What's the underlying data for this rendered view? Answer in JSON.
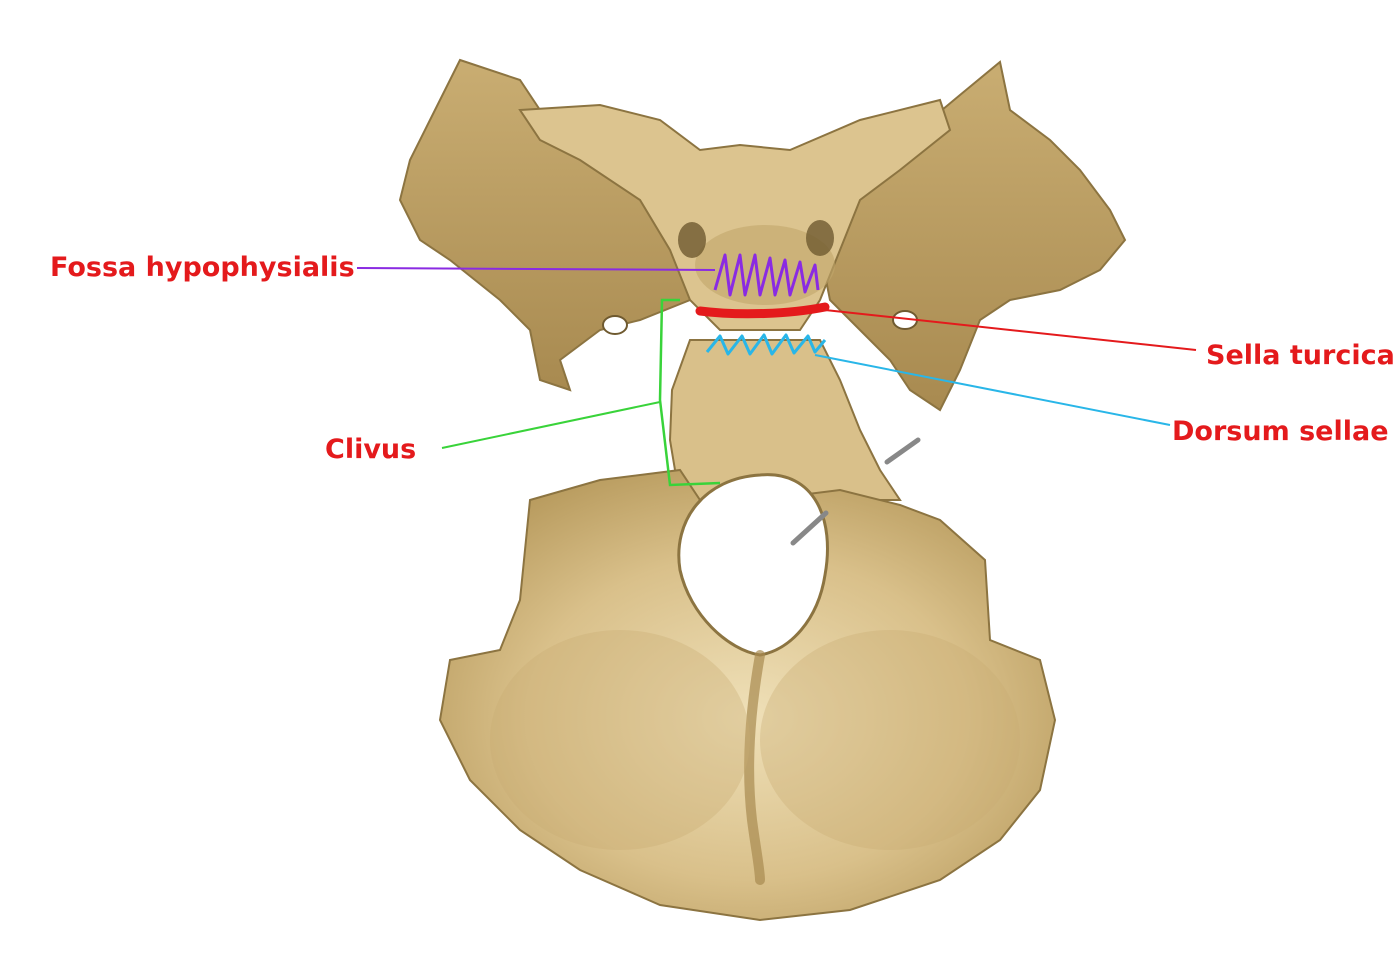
{
  "labels": {
    "fossa": "Fossa hypophysialis",
    "sella": "Sella turcica",
    "dorsum": "Dorsum sellae",
    "clivus": "Clivus"
  },
  "colors": {
    "label_text": "#e41a1c",
    "fossa_marker": "#8a2be2",
    "sella_marker": "#e41a1c",
    "dorsum_marker": "#29b6e8",
    "clivus_marker": "#39d33a",
    "bone": "#d9c08a",
    "bone_shadow": "#b89b5e",
    "bone_dark": "#8c7441",
    "bone_light": "#efe0b8"
  }
}
